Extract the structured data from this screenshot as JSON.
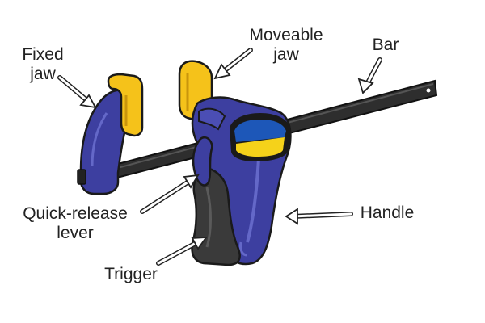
{
  "labels": {
    "fixed_jaw": [
      "Fixed",
      "jaw"
    ],
    "moveable_jaw": [
      "Moveable",
      "jaw"
    ],
    "bar": "Bar",
    "quick_release_lever": [
      "Quick-release",
      "lever"
    ],
    "handle": "Handle",
    "trigger": "Trigger"
  },
  "colors": {
    "body_blue": "#3d3fa0",
    "body_blue_light": "#6468c8",
    "jaw_yellow": "#f5c21a",
    "jaw_yellow_dark": "#c9950c",
    "bar_dark": "#2e2e2e",
    "trigger_dark": "#3a3a3a",
    "badge_blue": "#1d57b8",
    "badge_yellow": "#f5d21a",
    "outline": "#1a1a1a"
  }
}
